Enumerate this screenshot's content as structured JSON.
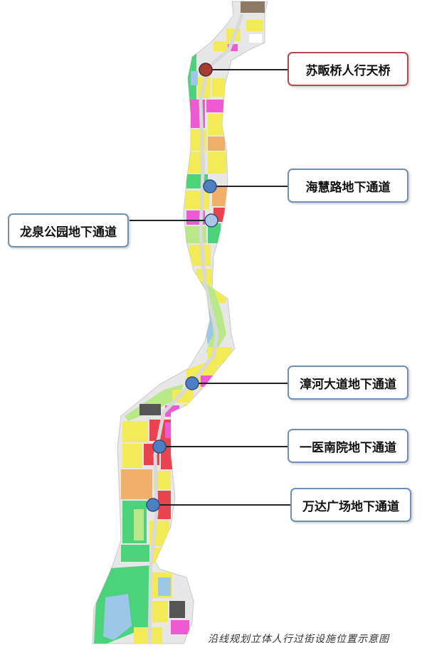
{
  "caption": "沿线规划立体人行过街设施位置示意图",
  "facilities": [
    {
      "id": "suban",
      "name": "苏畈桥人行天桥",
      "type": "人行天桥",
      "marker_color": "#a73b36",
      "box_border": "#b5484a"
    },
    {
      "id": "haihui",
      "name": "海慧路地下通道",
      "type": "地下通道",
      "marker_color": "#4d7fc2",
      "box_border": "#6f8fb8"
    },
    {
      "id": "longquan",
      "name": "龙泉公园地下通道",
      "type": "地下通道",
      "marker_color": "#a9c8e8",
      "box_border": "#6f8fb8"
    },
    {
      "id": "zhanghe",
      "name": "漳河大道地下通道",
      "type": "地下通道",
      "marker_color": "#4d7fc2",
      "box_border": "#6f8fb8"
    },
    {
      "id": "yiyi",
      "name": "一医南院地下通道",
      "type": "地下通道",
      "marker_color": "#4d7fc2",
      "box_border": "#6f8fb8"
    },
    {
      "id": "wanda",
      "name": "万达广场地下通道",
      "type": "地下通道",
      "marker_color": "#4d7fc2",
      "box_border": "#6f8fb8"
    }
  ],
  "landuse_colors": {
    "residential": "#f3ea57",
    "commercial": "#ee5ad2",
    "public_service": "#e8434f",
    "green_space": "#4bd37b",
    "parkland": "#b8e887",
    "water": "#9bc8e6",
    "road": "#dcdcdc",
    "education": "#f1b06a"
  }
}
